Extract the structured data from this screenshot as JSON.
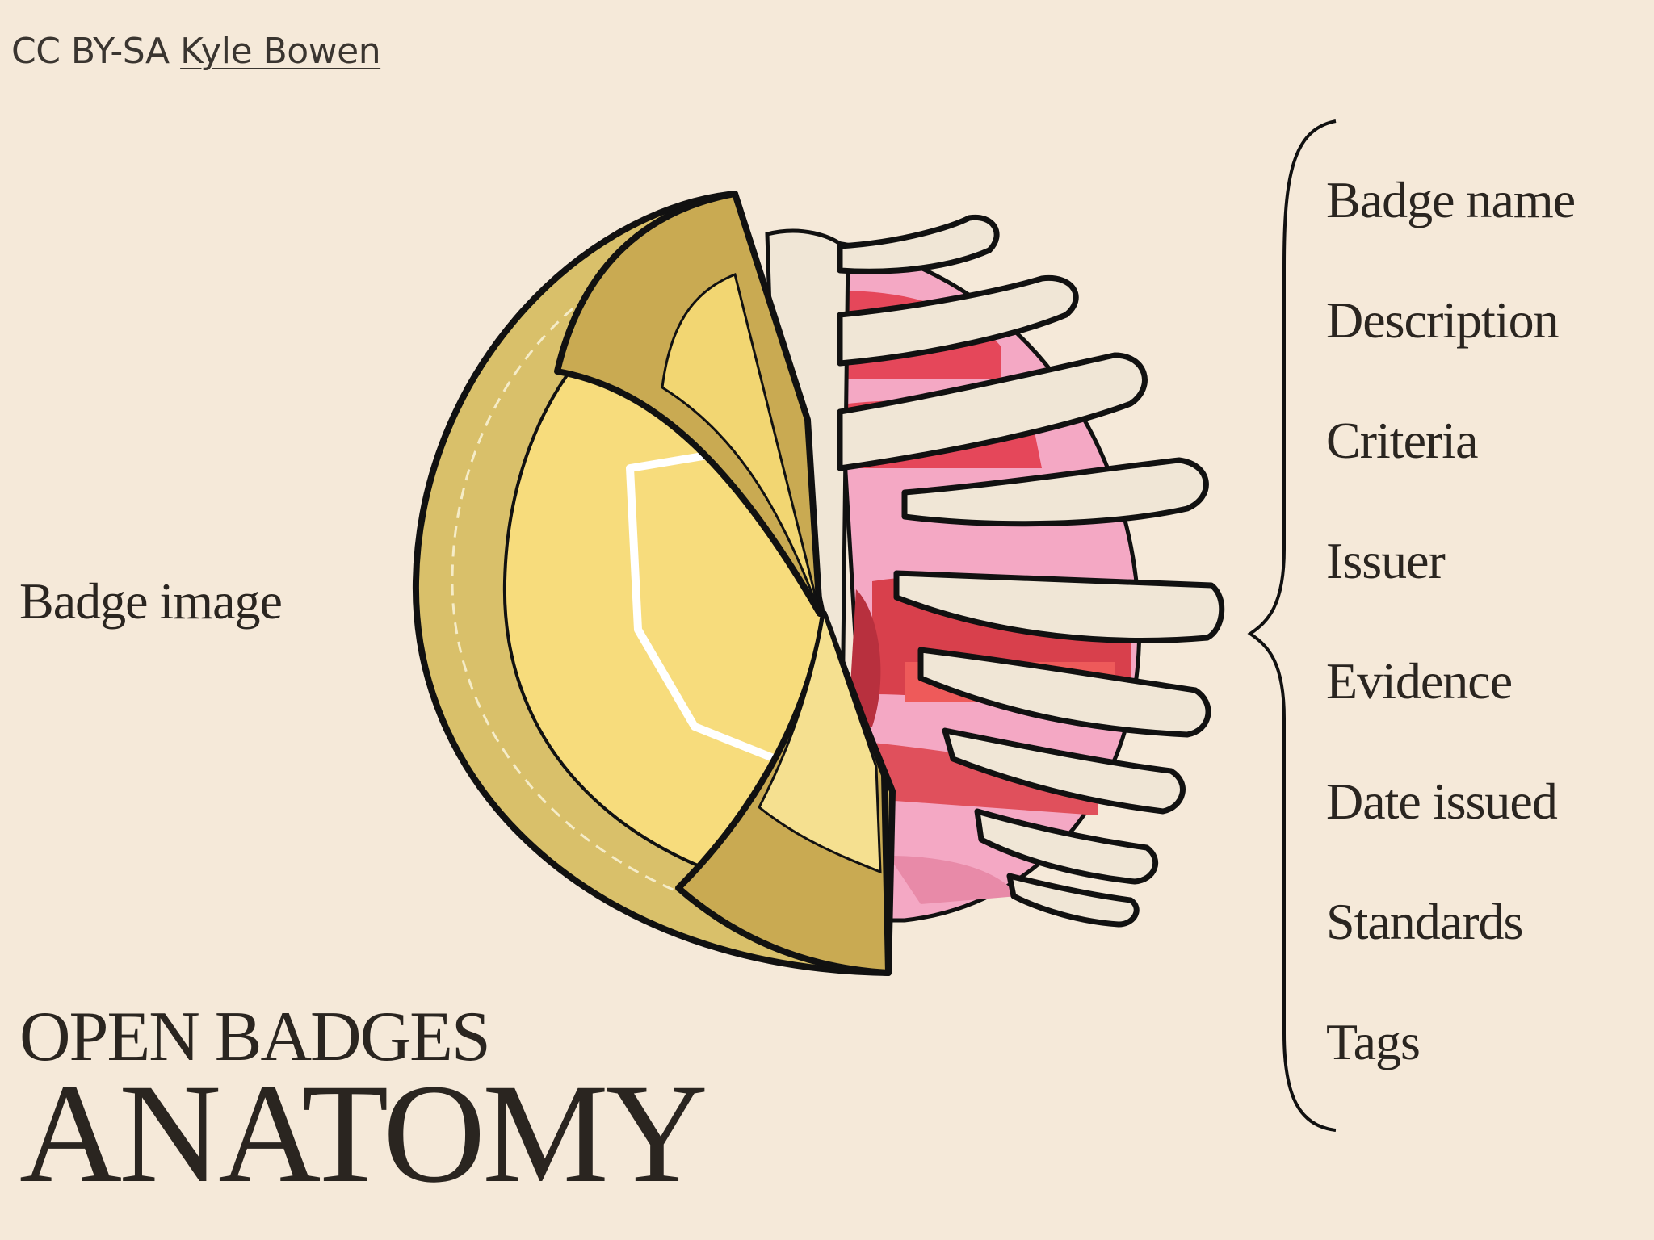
{
  "credit": {
    "license": "CC BY-SA",
    "author": "Kyle Bowen"
  },
  "left_label": "Badge image",
  "fields": [
    "Badge name",
    "Description",
    "Criteria",
    "Issuer",
    "Evidence",
    "Date issued",
    "Standards",
    "Tags"
  ],
  "title": {
    "line1": "OPEN BADGES",
    "line2": "ANATOMY"
  },
  "colors": {
    "background": "#f5e9d9",
    "badge_outer": "#d9c06a",
    "badge_inner": "#f7dc7c",
    "rib": "#f0e6d6",
    "organ_pink": "#f4a8c4",
    "organ_red": "#d8404c",
    "vessel_blue": "#2f6fc8",
    "outline": "#111111"
  },
  "illustration": {
    "name": "badge-anatomy-illustration"
  }
}
